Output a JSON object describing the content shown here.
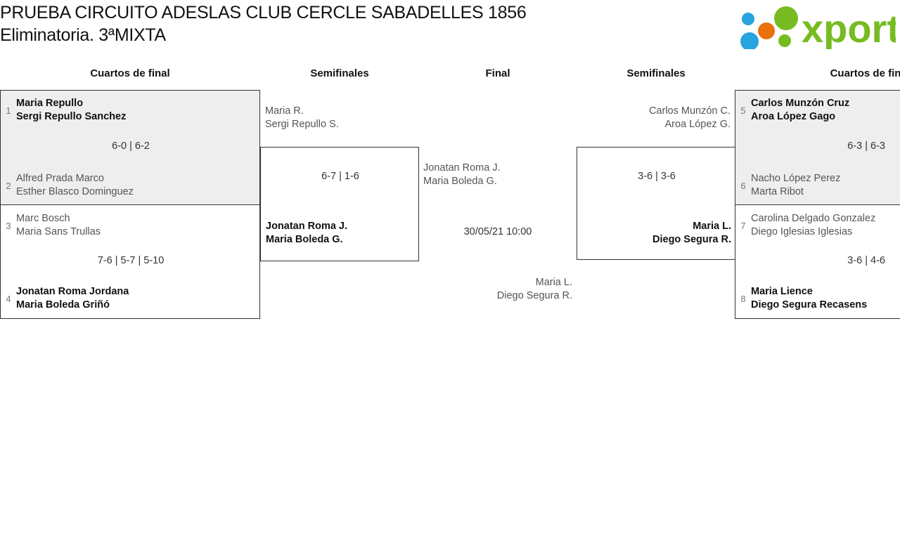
{
  "header": {
    "title_line1": "PRUEBA CIRCUITO ADESLAS CLUB CERCLE SABADELLES 1856",
    "title_line2": "Eliminatoria. 3ªMIXTA",
    "logo_text": "xporty",
    "logo_colors": {
      "green": "#76bc21",
      "blue": "#27a3dd",
      "orange": "#e8700d"
    }
  },
  "columns": {
    "qf_left": "Cuartos de final",
    "sf_left": "Semifinales",
    "final": "Final",
    "sf_right": "Semifinales",
    "qf_right": "Cuartos de fin"
  },
  "bracket": {
    "qf_left": [
      {
        "top": {
          "seed": "1",
          "line1": "Maria Repullo",
          "line2": "Sergi Repullo Sanchez",
          "winner": true
        },
        "bottom": {
          "seed": "2",
          "line1": "Alfred Prada Marco",
          "line2": "Esther Blasco Dominguez",
          "winner": false
        },
        "score": "6-0 | 6-2"
      },
      {
        "top": {
          "seed": "3",
          "line1": "Marc Bosch",
          "line2": "Maria Sans Trullas",
          "winner": false
        },
        "bottom": {
          "seed": "4",
          "line1": "Jonatan Roma Jordana",
          "line2": "Maria Boleda Griñó",
          "winner": true
        },
        "score": "7-6 | 5-7 | 5-10"
      }
    ],
    "sf_left": [
      {
        "top": {
          "line1": "Maria R.",
          "line2": "Sergi Repullo S.",
          "winner": false
        },
        "bottom": {
          "line1": "Jonatan Roma J.",
          "line2": "Maria Boleda G.",
          "winner": true
        },
        "score": "6-7 | 1-6"
      }
    ],
    "final": [
      {
        "top": {
          "line1": "Jonatan Roma J.",
          "line2": "Maria Boleda G.",
          "winner": false
        },
        "bottom": {
          "line1": "Maria L.",
          "line2": "Diego Segura R.",
          "winner": false
        },
        "score": "30/05/21 10:00"
      }
    ],
    "sf_right": [
      {
        "top": {
          "line1": "Carlos Munzón C.",
          "line2": "Aroa López G.",
          "winner": false
        },
        "bottom": {
          "line1": "Maria L.",
          "line2": "Diego Segura R.",
          "winner": true
        },
        "score": "3-6 | 3-6"
      }
    ],
    "qf_right": [
      {
        "top": {
          "seed": "5",
          "line1": "Carlos Munzón Cruz",
          "line2": "Aroa López Gago",
          "winner": true
        },
        "bottom": {
          "seed": "6",
          "line1": "Nacho López Perez",
          "line2": "Marta Ribot",
          "winner": false
        },
        "score": "6-3 | 6-3"
      },
      {
        "top": {
          "seed": "7",
          "line1": "Carolina Delgado Gonzalez",
          "line2": "Diego Iglesias Iglesias",
          "winner": false
        },
        "bottom": {
          "seed": "8",
          "line1": "Maria Lience",
          "line2": "Diego Segura Recasens",
          "winner": true
        },
        "score": "3-6 | 4-6"
      }
    ]
  }
}
